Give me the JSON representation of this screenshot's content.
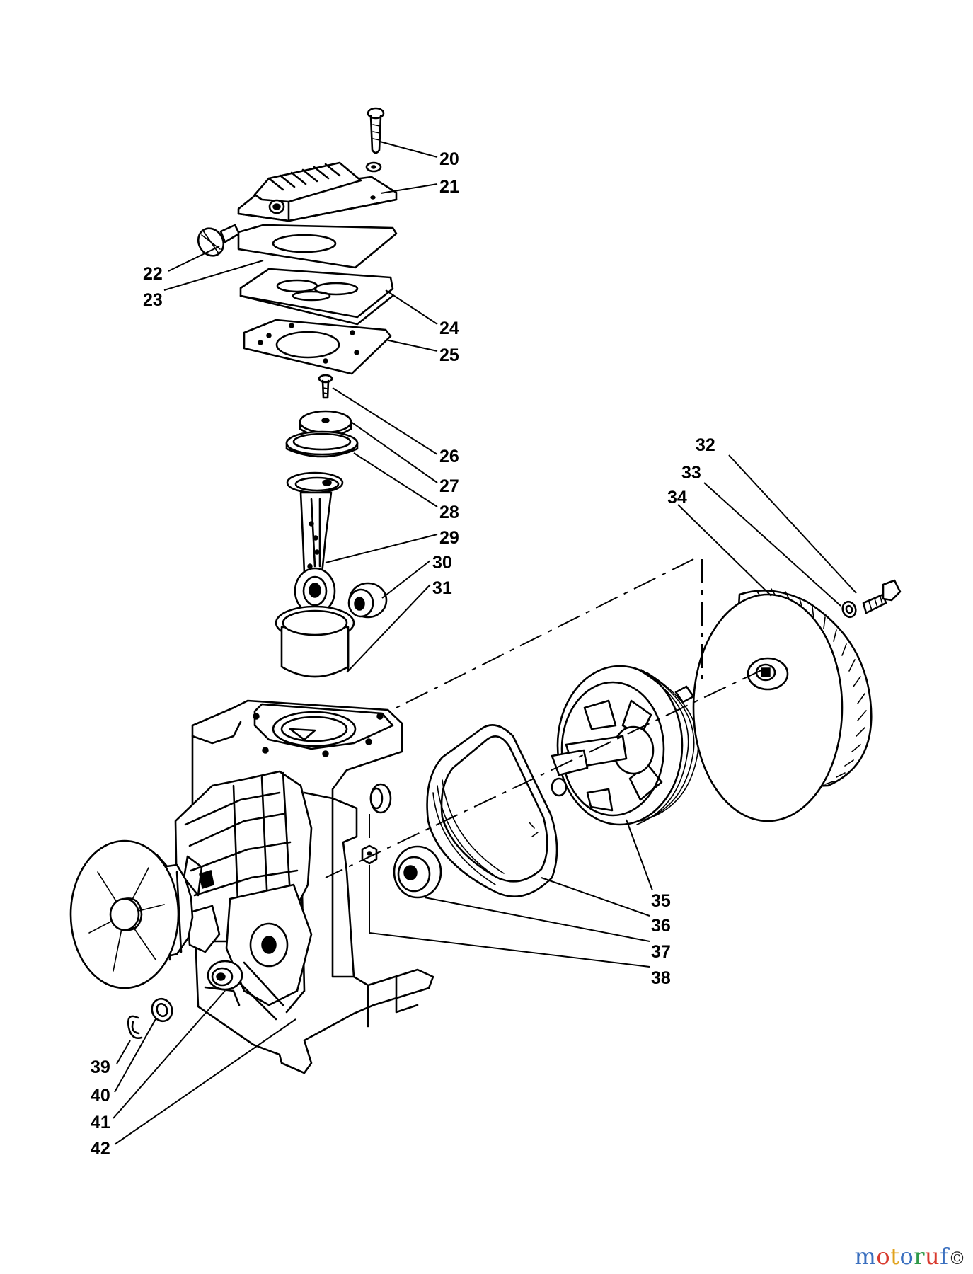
{
  "callouts": [
    "20",
    "21",
    "22",
    "23",
    "24",
    "25",
    "26",
    "27",
    "28",
    "29",
    "30",
    "31",
    "32",
    "33",
    "34",
    "35",
    "36",
    "37",
    "38",
    "39",
    "40",
    "41",
    "42"
  ],
  "watermark": {
    "letters": [
      "m",
      "o",
      "t",
      "o",
      "r",
      "u",
      "f"
    ],
    "letter_colors": [
      "#3a6fbf",
      "#d83a2e",
      "#e1a21b",
      "#3a6fbf",
      "#2f9a4a",
      "#d83a2e",
      "#3a6fbf"
    ],
    "mark": "©"
  }
}
